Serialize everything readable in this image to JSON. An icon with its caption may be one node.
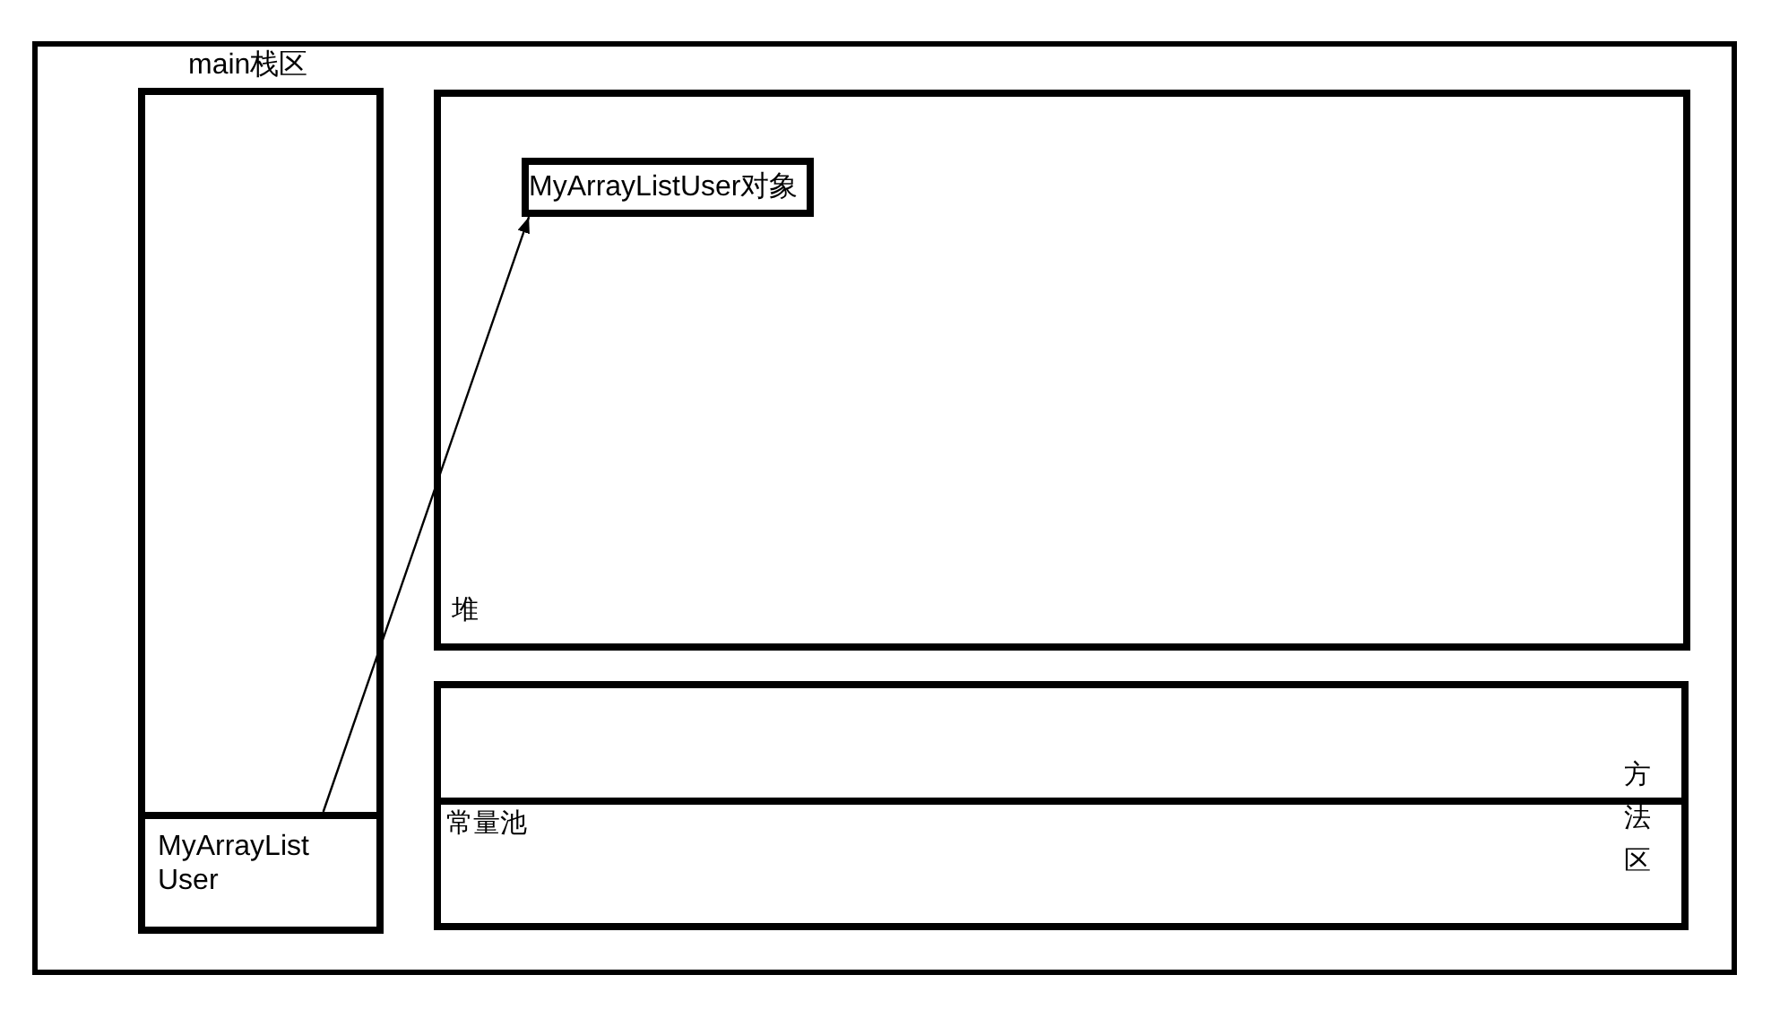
{
  "diagram": {
    "nodes": [
      {
        "text": [],
        "shape": "box"
      },
      {
        "text": [
          "main栈区"
        ],
        "in": 0
      },
      {
        "text": [
          "MyArrayList User"
        ],
        "in": 1
      },
      {
        "text": [
          "堆"
        ],
        "in": 0
      },
      {
        "text": [
          "MyArrayListUser对象"
        ],
        "in": 3
      },
      {
        "text": [
          "方法区"
        ],
        "in": 0
      },
      {
        "text": [
          "常量池"
        ],
        "in": 5
      }
    ],
    "edges": [
      {
        "from": 2,
        "to": 4,
        "arrow": "to"
      }
    ]
  }
}
